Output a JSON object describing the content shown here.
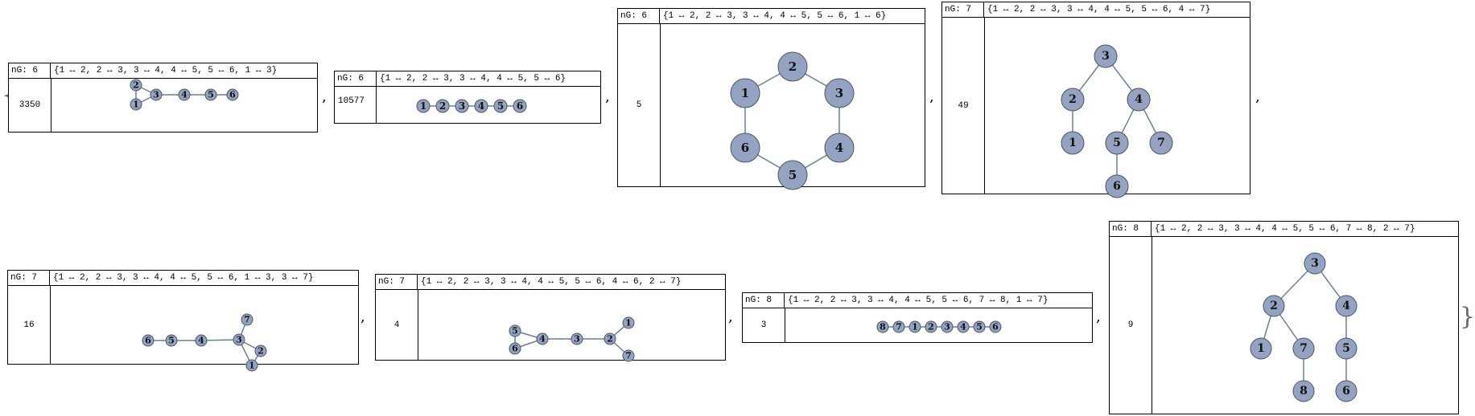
{
  "colors": {
    "node_fill": "#94a3c2",
    "node_stroke": "#4b5560",
    "edge": "#6b7f99"
  },
  "open_brace": "{",
  "close_brace": "}",
  "separator": ",",
  "cells": [
    {
      "ng": "nG: 6",
      "edges": "{1 ↔ 2, 2 ↔ 3, 3 ↔ 4, 4 ↔ 5, 5 ↔ 6, 1 ↔ 3}",
      "count": "3350",
      "nodes": [
        {
          "label": "1"
        },
        {
          "label": "2"
        },
        {
          "label": "3"
        },
        {
          "label": "4"
        },
        {
          "label": "5"
        },
        {
          "label": "6"
        }
      ],
      "links": [
        [
          0,
          1
        ],
        [
          1,
          2
        ],
        [
          2,
          3
        ],
        [
          3,
          4
        ],
        [
          4,
          5
        ],
        [
          0,
          2
        ]
      ]
    },
    {
      "ng": "nG: 6",
      "edges": "{1 ↔ 2, 2 ↔ 3, 3 ↔ 4, 4 ↔ 5, 5 ↔ 6}",
      "count": "10577",
      "nodes": [
        {
          "label": "1"
        },
        {
          "label": "2"
        },
        {
          "label": "3"
        },
        {
          "label": "4"
        },
        {
          "label": "5"
        },
        {
          "label": "6"
        }
      ],
      "links": [
        [
          0,
          1
        ],
        [
          1,
          2
        ],
        [
          2,
          3
        ],
        [
          3,
          4
        ],
        [
          4,
          5
        ]
      ]
    },
    {
      "ng": "nG: 6",
      "edges": "{1 ↔ 2, 2 ↔ 3, 3 ↔ 4, 4 ↔ 5, 5 ↔ 6, 1 ↔ 6}",
      "count": "5",
      "nodes": [
        {
          "label": "1"
        },
        {
          "label": "2"
        },
        {
          "label": "3"
        },
        {
          "label": "4"
        },
        {
          "label": "5"
        },
        {
          "label": "6"
        }
      ],
      "links": [
        [
          0,
          1
        ],
        [
          1,
          2
        ],
        [
          2,
          3
        ],
        [
          3,
          4
        ],
        [
          4,
          5
        ],
        [
          0,
          5
        ]
      ]
    },
    {
      "ng": "nG: 7",
      "edges": "{1 ↔ 2, 2 ↔ 3, 3 ↔ 4, 4 ↔ 5, 5 ↔ 6, 4 ↔ 7}",
      "count": "49",
      "nodes": [
        {
          "label": "1"
        },
        {
          "label": "2"
        },
        {
          "label": "3"
        },
        {
          "label": "4"
        },
        {
          "label": "5"
        },
        {
          "label": "6"
        },
        {
          "label": "7"
        }
      ],
      "links": [
        [
          0,
          1
        ],
        [
          1,
          2
        ],
        [
          2,
          3
        ],
        [
          3,
          4
        ],
        [
          4,
          5
        ],
        [
          3,
          6
        ]
      ]
    },
    {
      "ng": "nG: 7",
      "edges": "{1 ↔ 2, 2 ↔ 3, 3 ↔ 4, 4 ↔ 5, 5 ↔ 6, 1 ↔ 3, 3 ↔ 7}",
      "count": "16",
      "nodes": [
        {
          "label": "1"
        },
        {
          "label": "2"
        },
        {
          "label": "3"
        },
        {
          "label": "4"
        },
        {
          "label": "5"
        },
        {
          "label": "6"
        },
        {
          "label": "7"
        }
      ],
      "links": [
        [
          0,
          1
        ],
        [
          1,
          2
        ],
        [
          2,
          3
        ],
        [
          3,
          4
        ],
        [
          4,
          5
        ],
        [
          0,
          2
        ],
        [
          2,
          6
        ]
      ]
    },
    {
      "ng": "nG: 7",
      "edges": "{1 ↔ 2, 2 ↔ 3, 3 ↔ 4, 4 ↔ 5, 5 ↔ 6, 4 ↔ 6, 2 ↔ 7}",
      "count": "4",
      "nodes": [
        {
          "label": "1"
        },
        {
          "label": "2"
        },
        {
          "label": "3"
        },
        {
          "label": "4"
        },
        {
          "label": "5"
        },
        {
          "label": "6"
        },
        {
          "label": "7"
        }
      ],
      "links": [
        [
          0,
          1
        ],
        [
          1,
          2
        ],
        [
          2,
          3
        ],
        [
          3,
          4
        ],
        [
          4,
          5
        ],
        [
          3,
          5
        ],
        [
          1,
          6
        ]
      ]
    },
    {
      "ng": "nG: 8",
      "edges": "{1 ↔ 2, 2 ↔ 3, 3 ↔ 4, 4 ↔ 5, 5 ↔ 6, 7 ↔ 8, 1 ↔ 7}",
      "count": "3",
      "nodes": [
        {
          "label": "1"
        },
        {
          "label": "2"
        },
        {
          "label": "3"
        },
        {
          "label": "4"
        },
        {
          "label": "5"
        },
        {
          "label": "6"
        },
        {
          "label": "7"
        },
        {
          "label": "8"
        }
      ],
      "links": [
        [
          0,
          1
        ],
        [
          1,
          2
        ],
        [
          2,
          3
        ],
        [
          3,
          4
        ],
        [
          4,
          5
        ],
        [
          6,
          7
        ],
        [
          0,
          6
        ]
      ]
    },
    {
      "ng": "nG: 8",
      "edges": "{1 ↔ 2, 2 ↔ 3, 3 ↔ 4, 4 ↔ 5, 5 ↔ 6, 7 ↔ 8, 2 ↔ 7}",
      "count": "9",
      "nodes": [
        {
          "label": "1"
        },
        {
          "label": "2"
        },
        {
          "label": "3"
        },
        {
          "label": "4"
        },
        {
          "label": "5"
        },
        {
          "label": "6"
        },
        {
          "label": "7"
        },
        {
          "label": "8"
        }
      ],
      "links": [
        [
          0,
          1
        ],
        [
          1,
          2
        ],
        [
          2,
          3
        ],
        [
          3,
          4
        ],
        [
          4,
          5
        ],
        [
          6,
          7
        ],
        [
          1,
          6
        ]
      ]
    }
  ]
}
